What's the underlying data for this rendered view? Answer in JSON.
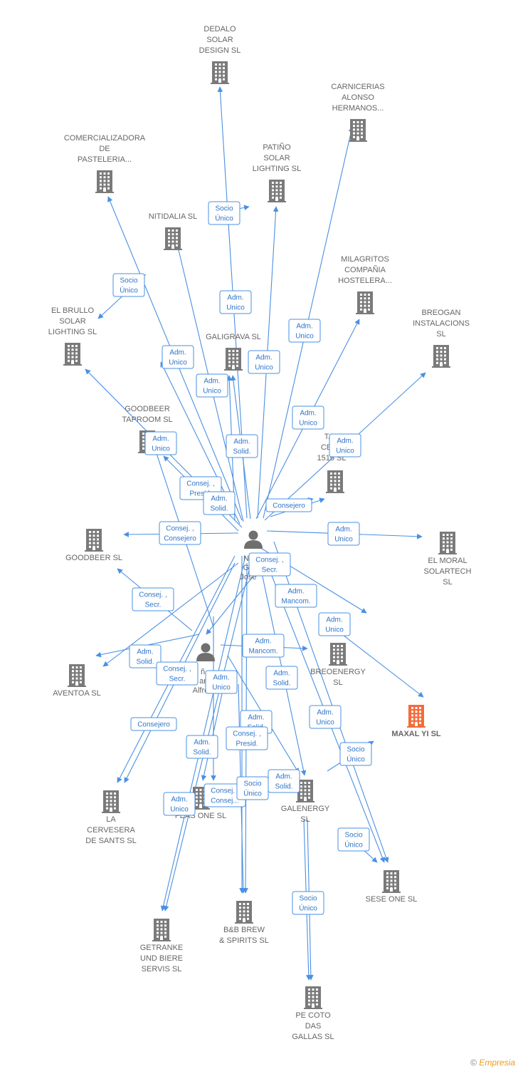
{
  "colors": {
    "edge": "#4a90e2",
    "node": "#7a7a7a",
    "highlight": "#f26c3a",
    "person": "#6f6f6f",
    "text": "#666666"
  },
  "people": {
    "p1": {
      "lines": [
        "Nu",
        "Ga",
        "Jose"
      ]
    },
    "p2": {
      "lines": [
        "ñ",
        "ar",
        "Alfred"
      ]
    }
  },
  "companies": {
    "dedalo": {
      "lines": [
        "DEDALO",
        "SOLAR",
        "DESIGN  SL"
      ]
    },
    "carnicerias": {
      "lines": [
        "CARNICERIAS",
        "ALONSO",
        "HERMANOS..."
      ]
    },
    "comercializadora": {
      "lines": [
        "COMERCIALIZADORA",
        "DE",
        "PASTELERIA..."
      ]
    },
    "patino": {
      "lines": [
        "PATIÑO",
        "SOLAR",
        "LIGHTING  SL"
      ]
    },
    "nitidalia": {
      "lines": [
        "NITIDALIA  SL"
      ]
    },
    "milagritos": {
      "lines": [
        "MILAGRITOS",
        "COMPAÑIA",
        "HOSTELERA..."
      ]
    },
    "brullo": {
      "lines": [
        "EL BRULLO",
        "SOLAR",
        "LIGHTING  SL"
      ]
    },
    "galigrava": {
      "lines": [
        "GALIGRAVA  SL"
      ]
    },
    "breogan": {
      "lines": [
        "BREOGAN",
        "INSTALACIONS",
        "SL"
      ]
    },
    "goodbeertap": {
      "lines": [
        "GOODBEER",
        "TAPROOM  SL"
      ]
    },
    "taberna": {
      "lines": [
        "TAB",
        "CERV",
        "1516  SL"
      ]
    },
    "goodbeer": {
      "lines": [
        "GOODBEER SL"
      ]
    },
    "elmoral": {
      "lines": [
        "EL MORAL",
        "SOLARTECH",
        "SL"
      ]
    },
    "aventoa": {
      "lines": [
        "AVENTOA SL"
      ]
    },
    "breoenergy": {
      "lines": [
        "BREOENERGY",
        "SL"
      ]
    },
    "maxal": {
      "lines": [
        "MAXAL YI  SL"
      ]
    },
    "lacervesera": {
      "lines": [
        "LA",
        "CERVESERA",
        "DE SANTS  SL"
      ]
    },
    "feasone": {
      "lines": [
        "FEAS ONE  SL"
      ]
    },
    "galenergy": {
      "lines": [
        "GALENERGY",
        "SL"
      ]
    },
    "seseone": {
      "lines": [
        "SESE ONE  SL"
      ]
    },
    "getranke": {
      "lines": [
        "GETRANKE",
        "UND BIERE",
        "SERVIS SL"
      ]
    },
    "bbbrew": {
      "lines": [
        "B&B BREW",
        "& SPIRITS  SL"
      ]
    },
    "pecoto": {
      "lines": [
        "PE COTO",
        "DAS",
        "GALLAS  SL"
      ]
    }
  },
  "relations": [
    {
      "id": "r1",
      "lines": [
        "Socio",
        "Único"
      ]
    },
    {
      "id": "r2",
      "lines": [
        "Socio",
        "Único"
      ]
    },
    {
      "id": "r3",
      "lines": [
        "Adm.",
        "Unico"
      ]
    },
    {
      "id": "r4",
      "lines": [
        "Adm.",
        "Unico"
      ]
    },
    {
      "id": "r5",
      "lines": [
        "Adm.",
        "Unico"
      ]
    },
    {
      "id": "r6",
      "lines": [
        "Adm.",
        "Unico"
      ]
    },
    {
      "id": "r7",
      "lines": [
        "Adm.",
        "Unico"
      ]
    },
    {
      "id": "r8",
      "lines": [
        "Adm.",
        "Unico"
      ]
    },
    {
      "id": "r9",
      "lines": [
        "Adm.",
        "Unico"
      ]
    },
    {
      "id": "r10",
      "lines": [
        "Adm.",
        "Unico"
      ]
    },
    {
      "id": "r11",
      "lines": [
        "Adm.",
        "Solid."
      ]
    },
    {
      "id": "r12",
      "lines": [
        "Consej. ,",
        "Presid."
      ]
    },
    {
      "id": "r13",
      "lines": [
        "Adm.",
        "Solid."
      ]
    },
    {
      "id": "r14",
      "lines": [
        "Consejero"
      ]
    },
    {
      "id": "r15",
      "lines": [
        "Consej. ,",
        "Consejero"
      ]
    },
    {
      "id": "r16",
      "lines": [
        "Adm.",
        "Unico"
      ]
    },
    {
      "id": "r17",
      "lines": [
        "Consej. ,",
        "Secr."
      ]
    },
    {
      "id": "r18",
      "lines": [
        "Adm.",
        "Mancom."
      ]
    },
    {
      "id": "r19",
      "lines": [
        "Consej. ,",
        "Secr."
      ]
    },
    {
      "id": "r20",
      "lines": [
        "Adm.",
        "Unico"
      ]
    },
    {
      "id": "r21",
      "lines": [
        "Adm.",
        "Solid."
      ]
    },
    {
      "id": "r22",
      "lines": [
        "Adm.",
        "Mancom."
      ]
    },
    {
      "id": "r23",
      "lines": [
        "Consej. ,",
        "Secr."
      ]
    },
    {
      "id": "r24",
      "lines": [
        "Adm.",
        "Solid."
      ]
    },
    {
      "id": "r25",
      "lines": [
        "Adm.",
        "Unico"
      ]
    },
    {
      "id": "r26",
      "lines": [
        "Adm.",
        "Unico"
      ]
    },
    {
      "id": "r27",
      "lines": [
        "Consejero"
      ]
    },
    {
      "id": "r28",
      "lines": [
        "Adm.",
        "Solid."
      ]
    },
    {
      "id": "r29",
      "lines": [
        "Consej. ,",
        "Presid."
      ]
    },
    {
      "id": "r30",
      "lines": [
        "Adm.",
        "Solid."
      ]
    },
    {
      "id": "r31",
      "lines": [
        "Socio",
        "Único"
      ]
    },
    {
      "id": "r32",
      "lines": [
        "Adm.",
        "Solid."
      ]
    },
    {
      "id": "r33",
      "lines": [
        "Consej. ,",
        "Consej..."
      ]
    },
    {
      "id": "r34",
      "lines": [
        "Socio",
        "Único"
      ]
    },
    {
      "id": "r35",
      "lines": [
        "Adm.",
        "Unico"
      ]
    },
    {
      "id": "r36",
      "lines": [
        "Socio",
        "Único"
      ]
    },
    {
      "id": "r37",
      "lines": [
        "Socio",
        "Único"
      ]
    }
  ],
  "footer": {
    "copyright": "©",
    "brand": "Empresia"
  }
}
